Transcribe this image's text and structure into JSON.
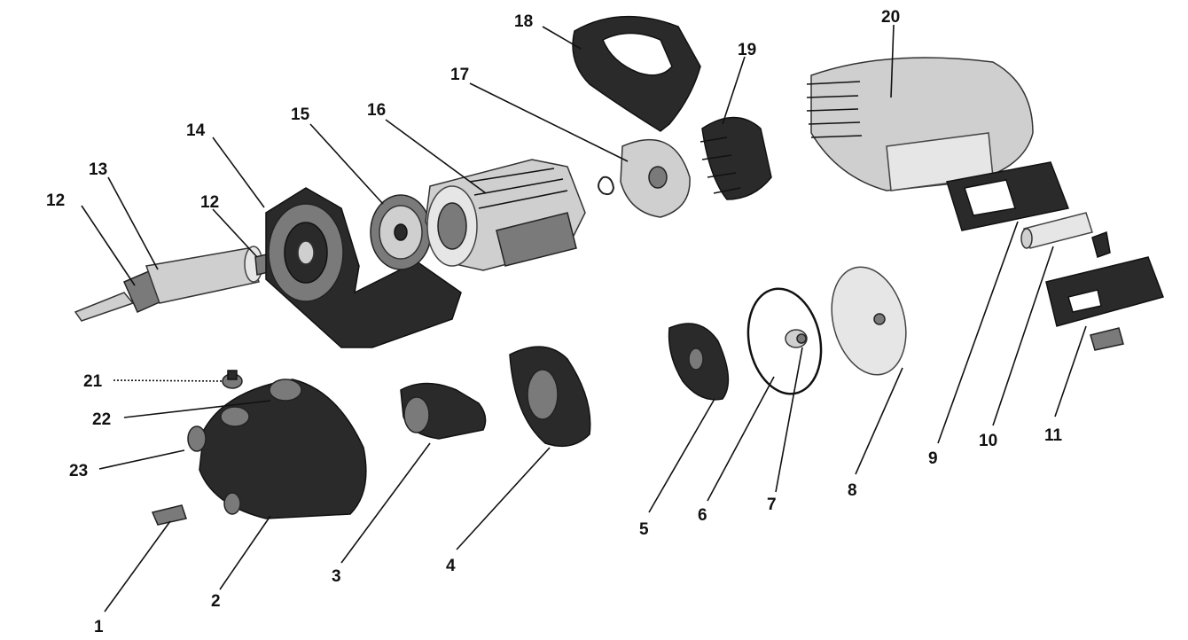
{
  "labels": {
    "l1": "1",
    "l2": "2",
    "l3": "3",
    "l4": "4",
    "l5": "5",
    "l6": "6",
    "l7": "7",
    "l8": "8",
    "l9": "9",
    "l10": "10",
    "l11": "11",
    "l12a": "12",
    "l12b": "12",
    "l13": "13",
    "l14": "14",
    "l15": "15",
    "l16": "16",
    "l17": "17",
    "l18": "18",
    "l19": "19",
    "l20": "20",
    "l21": "21",
    "l22": "22",
    "l23": "23"
  }
}
